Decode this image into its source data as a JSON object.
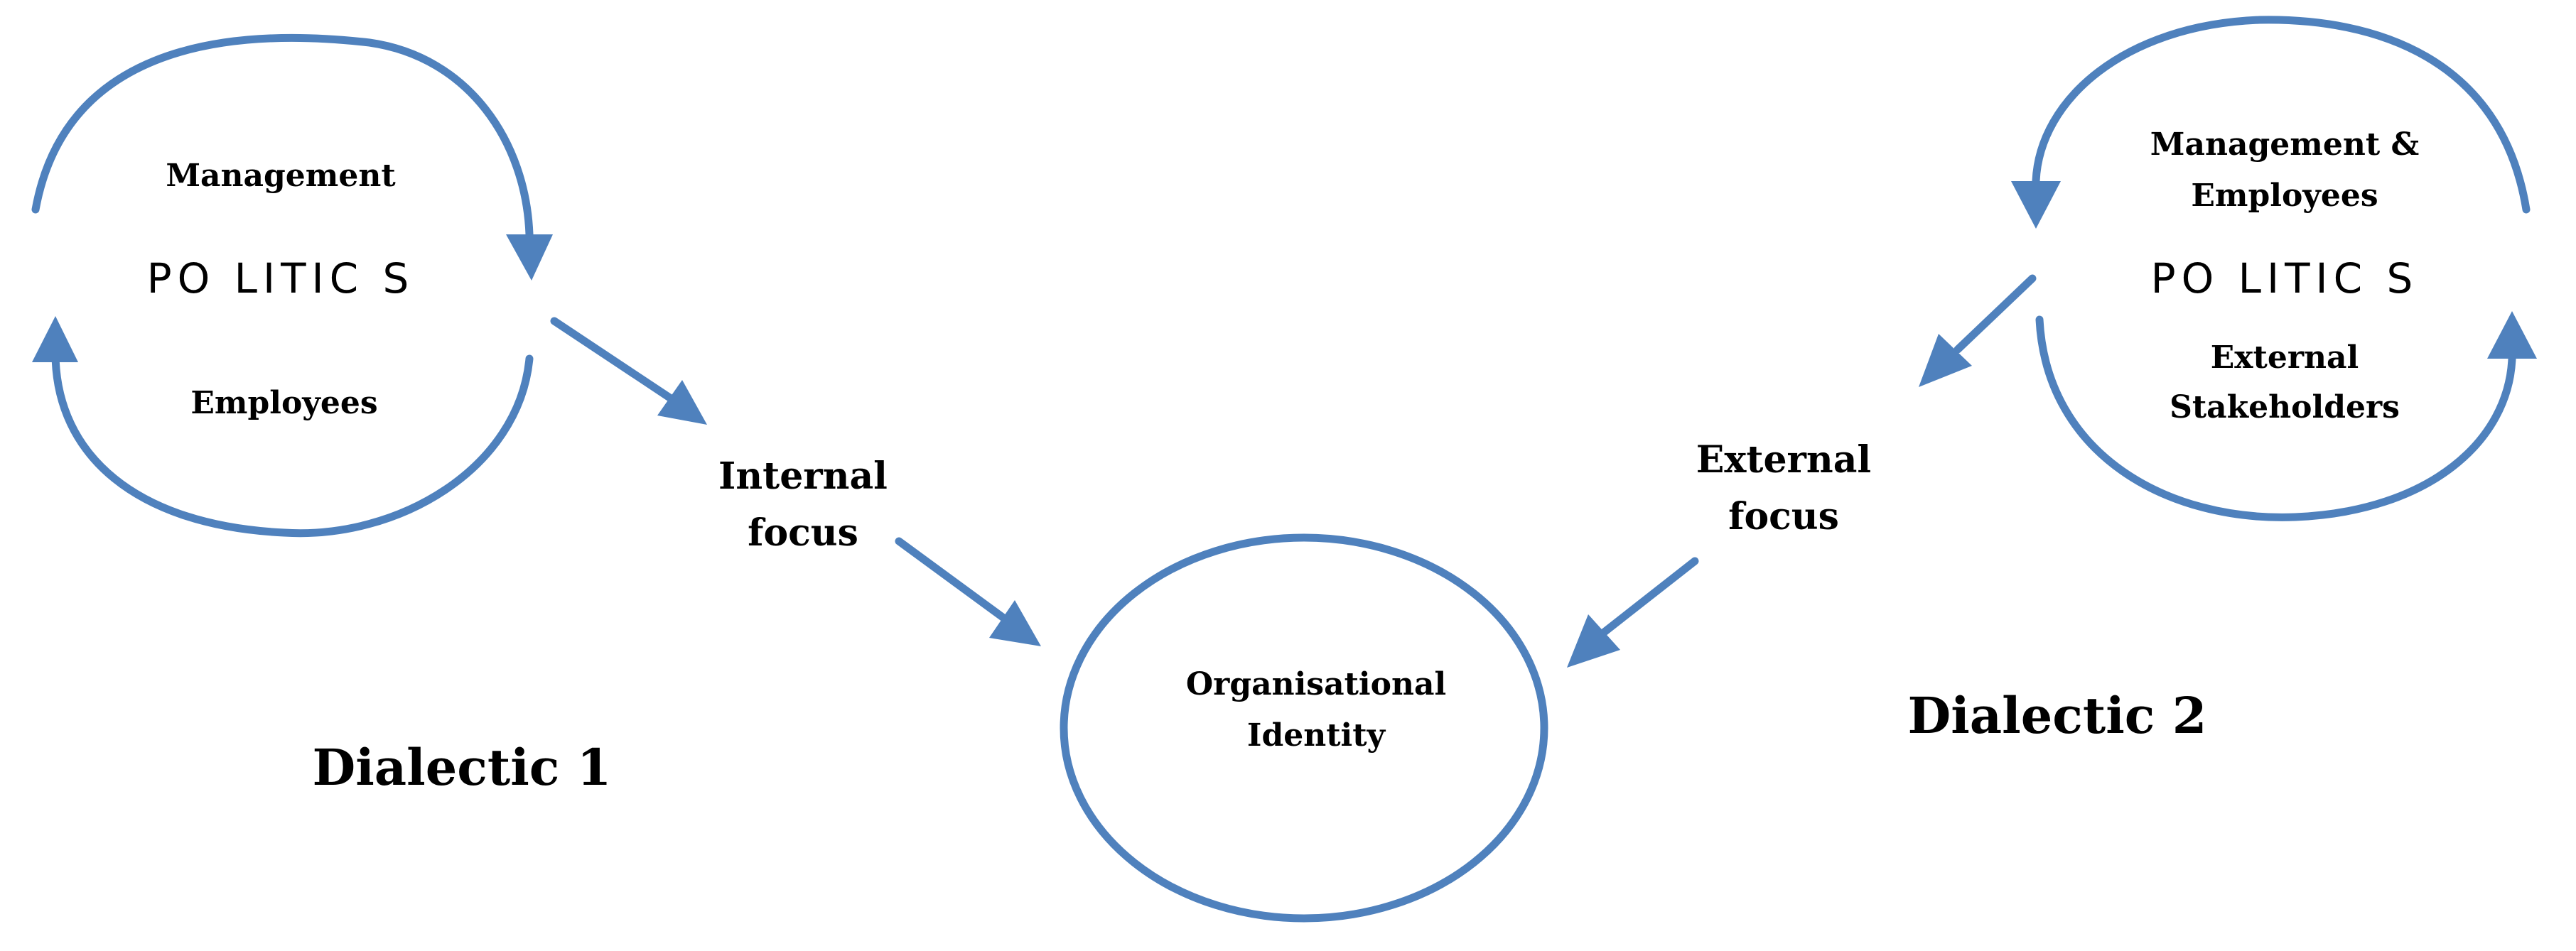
{
  "colors": {
    "line": "#4f81bd",
    "text": "#000000",
    "background": "#ffffff"
  },
  "dialectic1": {
    "label": "Dialectic 1",
    "top_label": "Management",
    "center_label": "PO LITIC S",
    "bottom_label": "Employees"
  },
  "dialectic2": {
    "label": "Dialectic 2",
    "top_label_line1": "Management &",
    "top_label_line2": "Employees",
    "center_label": "PO LITIC S",
    "bottom_label_line1": "External",
    "bottom_label_line2": "Stakeholders"
  },
  "internal_focus": {
    "line1": "Internal",
    "line2": "focus"
  },
  "external_focus": {
    "line1": "External",
    "line2": "focus"
  },
  "identity": {
    "line1": "Organisational",
    "line2": "Identity"
  }
}
